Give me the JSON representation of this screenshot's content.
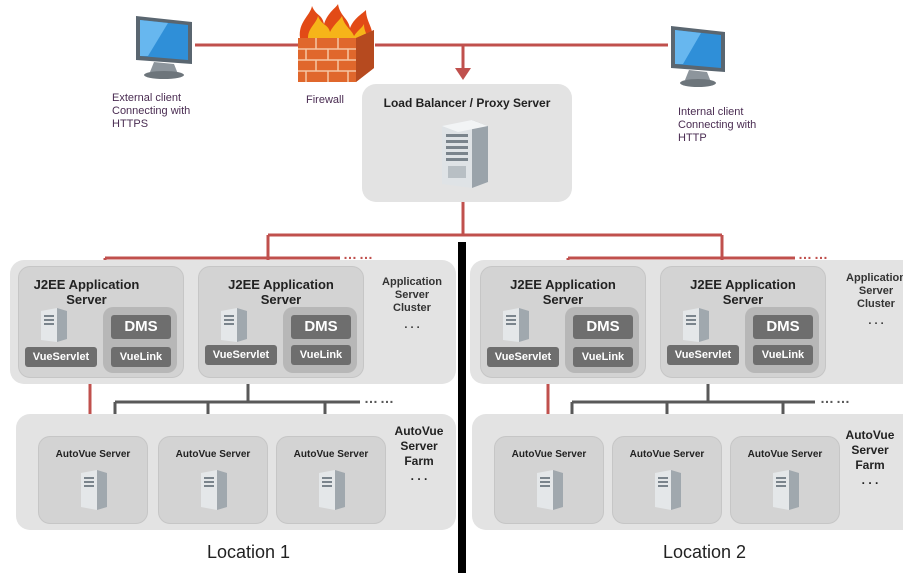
{
  "clients": {
    "external": {
      "line1": "External client",
      "line2": "Connecting with",
      "line3": "HTTPS"
    },
    "internal": {
      "line1": "Internal  client",
      "line2": "Connecting with",
      "line3": "HTTP"
    }
  },
  "firewall": {
    "label": "Firewall"
  },
  "load_balancer": {
    "label": "Load Balancer / Proxy Server"
  },
  "locations": [
    {
      "label": "Location 1",
      "cluster_label": {
        "line1": "Application",
        "line2": "Server",
        "line3": "Cluster",
        "dots": ". . ."
      },
      "app_servers": [
        {
          "line1": "J2EE Application",
          "line2": "Server",
          "dms": "DMS",
          "servlet": "VueServlet",
          "link": "VueLink"
        },
        {
          "line1": "J2EE Application",
          "line2": "Server",
          "dms": "DMS",
          "servlet": "VueServlet",
          "link": "VueLink"
        }
      ],
      "farm_label": {
        "line1": "AutoVue",
        "line2": "Server",
        "line3": "Farm",
        "dots": ". . ."
      },
      "autovue_servers": [
        {
          "label": "AutoVue Server"
        },
        {
          "label": "AutoVue Server"
        },
        {
          "label": "AutoVue Server"
        }
      ]
    },
    {
      "label": "Location 2",
      "cluster_label": {
        "line1": "Application",
        "line2": "Server",
        "line3": "Cluster",
        "dots": ". . ."
      },
      "app_servers": [
        {
          "line1": "J2EE Application",
          "line2": "Server",
          "dms": "DMS",
          "servlet": "VueServlet",
          "link": "VueLink"
        },
        {
          "line1": "J2EE Application",
          "line2": "Server",
          "dms": "DMS",
          "servlet": "VueServlet",
          "link": "VueLink"
        }
      ],
      "farm_label": {
        "line1": "AutoVue",
        "line2": "Server",
        "line3": "Farm",
        "dots": ". . ."
      },
      "autovue_servers": [
        {
          "label": "AutoVue Server"
        },
        {
          "label": "AutoVue Server"
        },
        {
          "label": "AutoVue Server"
        }
      ]
    }
  ],
  "ellipsis": "……",
  "colors": {
    "network_red": "#c0504d",
    "network_gray": "#595959",
    "divider": "#000000"
  }
}
